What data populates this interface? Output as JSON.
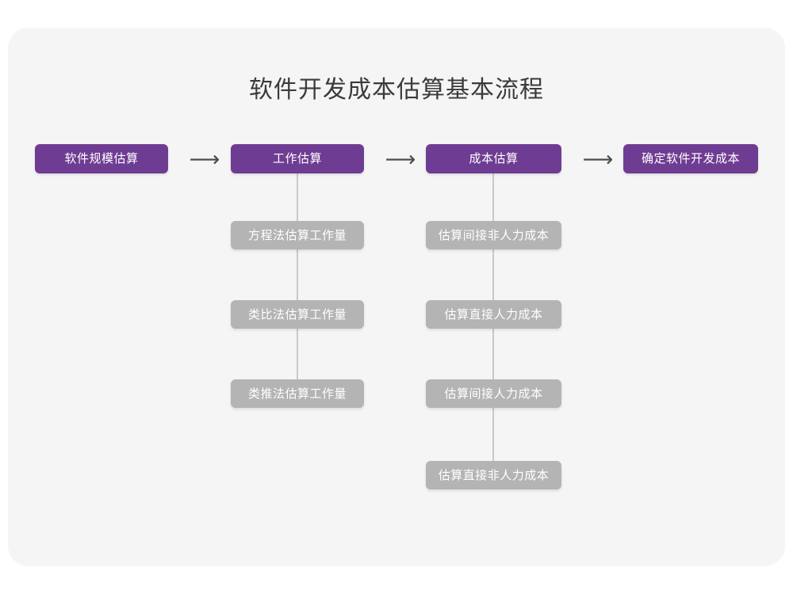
{
  "diagram": {
    "title": "软件开发成本估算基本流程",
    "colors": {
      "canvas": "#ffffff",
      "card": "#f5f5f5",
      "primary": "#6f3c93",
      "secondary": "#b4b4b4",
      "connector": "#c9c9c9",
      "title_text": "#3b3b3b",
      "node_text": "#ffffff",
      "arrow": "#4d4d4d"
    },
    "arrow_glyph": "⟶",
    "main_flow": [
      {
        "id": "step-1",
        "label": "软件规模估算"
      },
      {
        "id": "step-2",
        "label": "工作估算"
      },
      {
        "id": "step-3",
        "label": "成本估算"
      },
      {
        "id": "step-4",
        "label": "确定软件开发成本"
      }
    ],
    "arrows": [
      {
        "id": "arrow-1",
        "glyph": "⟶"
      },
      {
        "id": "arrow-2",
        "glyph": "⟶"
      },
      {
        "id": "arrow-3",
        "glyph": "⟶"
      }
    ],
    "branches": [
      {
        "id": "branch-work-estimation",
        "parent": "工作估算",
        "items": [
          {
            "id": "work-1",
            "label": "方程法估算工作量"
          },
          {
            "id": "work-2",
            "label": "类比法估算工作量"
          },
          {
            "id": "work-3",
            "label": "类推法估算工作量"
          }
        ]
      },
      {
        "id": "branch-cost-estimation",
        "parent": "成本估算",
        "items": [
          {
            "id": "cost-1",
            "label": "估算间接非人力成本"
          },
          {
            "id": "cost-2",
            "label": "估算直接人力成本"
          },
          {
            "id": "cost-3",
            "label": "估算间接人力成本"
          },
          {
            "id": "cost-4",
            "label": "估算直接非人力成本"
          }
        ]
      }
    ]
  }
}
